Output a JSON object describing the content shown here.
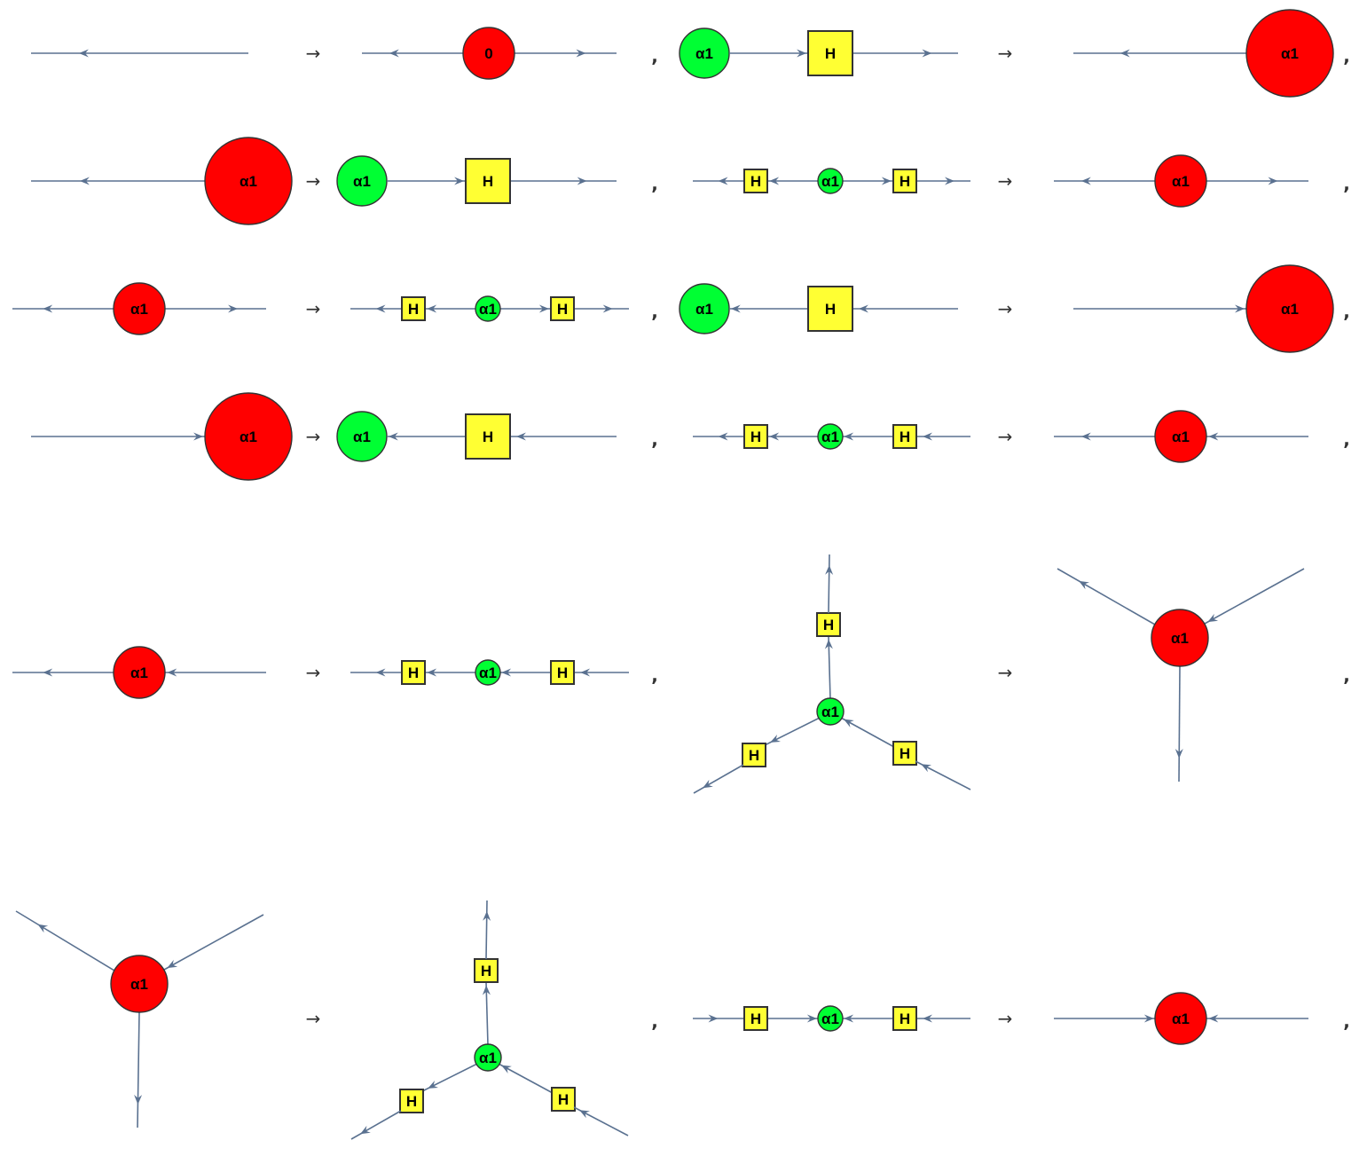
{
  "colors": {
    "edge": "#5a7190",
    "z_spider": "#00ff33",
    "x_spider": "#ff0000",
    "hadamard": "#ffff33",
    "outline": "#333333"
  },
  "symbols": {
    "arrow": "→",
    "separator": ","
  },
  "rules": [
    {
      "id": "r1",
      "lhs": "plain wire",
      "rhs": "red spider phase 0"
    },
    {
      "id": "r2",
      "lhs": "green α1 then H",
      "rhs": "red α1"
    },
    {
      "id": "r3",
      "lhs": "red α1",
      "rhs": "green α1 then H"
    },
    {
      "id": "r4",
      "lhs": "H green α1 H",
      "rhs": "red α1"
    },
    {
      "id": "r5",
      "lhs": "red α1",
      "rhs": "H green α1 H"
    },
    {
      "id": "r6",
      "lhs": "green α1 then H (in)",
      "rhs": "red α1 (in)"
    },
    {
      "id": "r7",
      "lhs": "red α1 (in)",
      "rhs": "green α1 then H (in)"
    },
    {
      "id": "r8",
      "lhs": "H green α1 H",
      "rhs": "red α1"
    },
    {
      "id": "r9",
      "lhs": "red α1",
      "rhs": "H green α1 H"
    },
    {
      "id": "r10",
      "lhs": "3-leg green α1 with H",
      "rhs": "3-leg red α1"
    },
    {
      "id": "r11",
      "lhs": "3-leg red α1",
      "rhs": "3-leg green α1 with H"
    },
    {
      "id": "r12",
      "lhs": "H green α1 H",
      "rhs": "red α1"
    }
  ],
  "labels": {
    "alpha": "α1",
    "zero": "0",
    "hadamard": "H"
  }
}
